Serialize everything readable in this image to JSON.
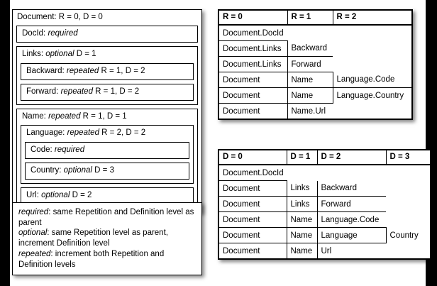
{
  "schema": {
    "title": "Document: R = 0, D = 0",
    "children": [
      {
        "label": "DocId: ",
        "kw": "required",
        "suffix": "",
        "children": []
      },
      {
        "label": "Links: ",
        "kw": "optional",
        "suffix": " D = 1",
        "children": [
          {
            "label": "Backward: ",
            "kw": "repeated",
            "suffix": " R = 1, D = 2",
            "children": []
          },
          {
            "label": "Forward: ",
            "kw": "repeated",
            "suffix": " R = 1, D = 2",
            "children": []
          }
        ]
      },
      {
        "label": "Name: ",
        "kw": "repeated",
        "suffix": " R = 1, D = 1",
        "children": [
          {
            "label": "Language: ",
            "kw": "repeated",
            "suffix": " R = 2, D = 2",
            "children": [
              {
                "label": "Code: ",
                "kw": "required",
                "suffix": "",
                "children": []
              },
              {
                "label": "Country: ",
                "kw": "optional",
                "suffix": " D = 3",
                "children": []
              }
            ]
          },
          {
            "label": "Url: ",
            "kw": "optional",
            "suffix": " D = 2",
            "children": []
          }
        ]
      }
    ]
  },
  "legend": {
    "lines": [
      {
        "kw": "required",
        "text": ": same Repetition and Definition level as parent"
      },
      {
        "kw": "optional",
        "text": ": same Repetition level as parent, increment Definition level"
      },
      {
        "kw": "repeated",
        "text": ": increment both Repetition and Definition levels"
      }
    ]
  },
  "repetition_table": {
    "headers": [
      "R = 0",
      "R = 1",
      "R = 2"
    ],
    "rows": [
      [
        "Document.DocId",
        "",
        ""
      ],
      [
        "Document.Links",
        "Backward",
        ""
      ],
      [
        "Document.Links",
        "Forward",
        ""
      ],
      [
        "Document",
        "Name",
        "Language.Code"
      ],
      [
        "Document",
        "Name",
        "Language.Country"
      ],
      [
        "Document",
        "Name.Url",
        ""
      ]
    ]
  },
  "definition_table": {
    "headers": [
      "D = 0",
      "D = 1",
      "D = 2",
      "D = 3"
    ],
    "rows": [
      [
        "Document.DocId",
        "",
        "",
        ""
      ],
      [
        "Document",
        "Links",
        "Backward",
        ""
      ],
      [
        "Document",
        "Links",
        "Forward",
        ""
      ],
      [
        "Document",
        "Name",
        "Language.Code",
        ""
      ],
      [
        "Document",
        "Name",
        "Language",
        "Country"
      ],
      [
        "Document",
        "Name",
        "Url",
        ""
      ]
    ]
  },
  "colors": {
    "ink": "#000000",
    "paper": "#ffffff",
    "gutter": "#000000"
  }
}
